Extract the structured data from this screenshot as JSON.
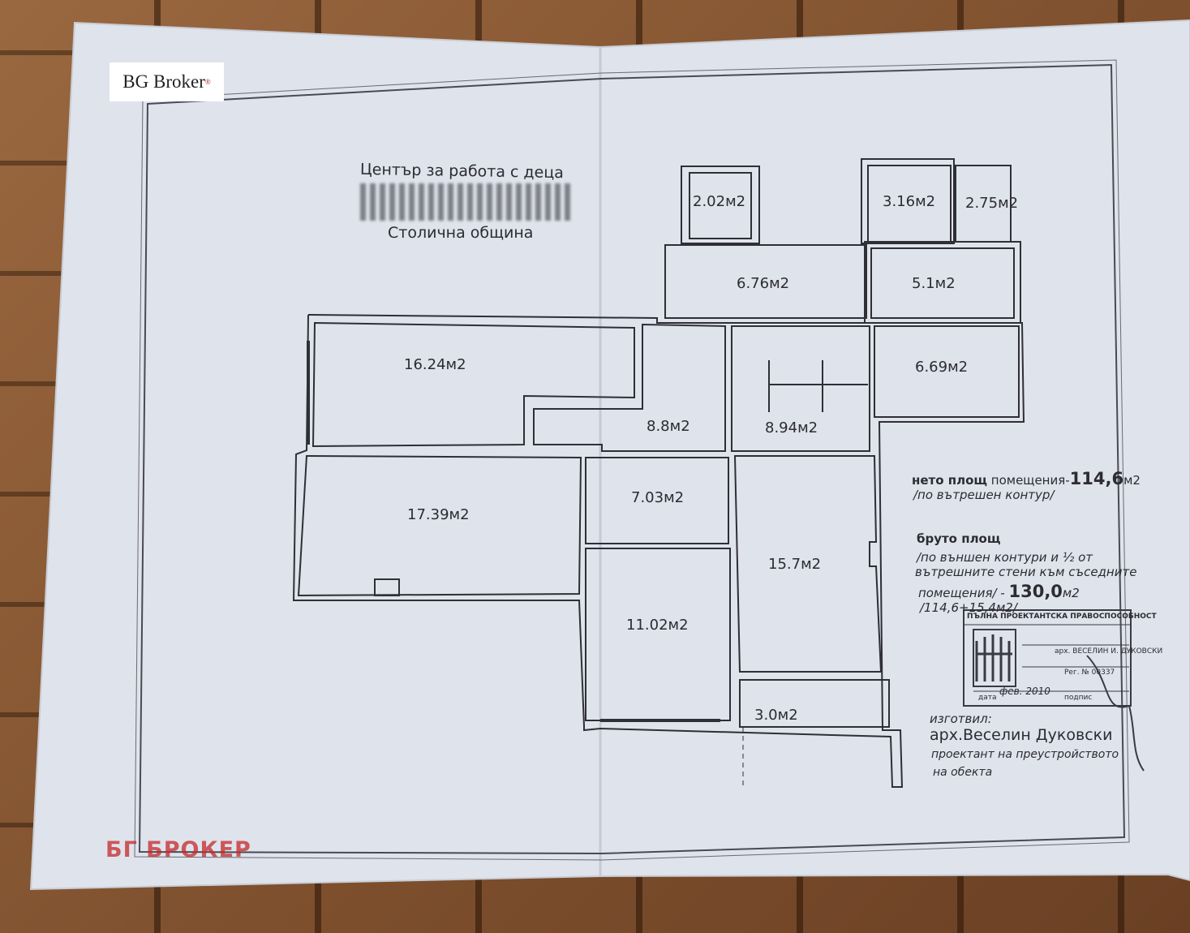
{
  "logo": {
    "text": "BG Broker",
    "mark": "®"
  },
  "header": {
    "line1": "Център за работа с деца",
    "line3": "Столична община"
  },
  "rooms": [
    {
      "id": "r1",
      "area": "2.02м2"
    },
    {
      "id": "r2",
      "area": "3.16м2"
    },
    {
      "id": "r3",
      "area": "2.75м2"
    },
    {
      "id": "r4",
      "area": "6.76м2"
    },
    {
      "id": "r5",
      "area": "5.1м2"
    },
    {
      "id": "r6",
      "area": "16.24м2"
    },
    {
      "id": "r7",
      "area": "6.69м2"
    },
    {
      "id": "r8",
      "area": "8.8м2"
    },
    {
      "id": "r9",
      "area": "8.94м2"
    },
    {
      "id": "r10",
      "area": "17.39м2"
    },
    {
      "id": "r11",
      "area": "7.03м2"
    },
    {
      "id": "r12",
      "area": "15.7м2"
    },
    {
      "id": "r13",
      "area": "11.02м2"
    },
    {
      "id": "r14",
      "area": "3.0м2"
    }
  ],
  "area_notes": {
    "net_label_bold": "нето площ",
    "net_label_rest": "помещения-",
    "net_value": "114,6",
    "net_unit": "м2",
    "net_sub": "/по вътрешен контур/",
    "gross_label": "бруто площ",
    "gross_line1": "/по външен контури и ½ от",
    "gross_line2": "вътрешните стени към съседните",
    "gross_line3": "помещения/ -",
    "gross_value": "130,0",
    "gross_unit": "м2",
    "gross_calc": "/114,6+15,4м2/"
  },
  "stamp": {
    "top": "ПЪЛНА ПРОЕКТАНТСКА ПРАВОСПОСОБНОСТ",
    "arch": "арх. ВЕСЕЛИН И. ДУКОВСКИ",
    "reg": "Рег. № 00337",
    "date_label": "дата",
    "date_value": "фев. 2010",
    "sign_label": "подпис"
  },
  "author": {
    "prepared": "изготвил:",
    "name": "арх.Веселин Дуковски",
    "role1": "проектант на преустройството",
    "role2": "на обекта"
  },
  "watermark": "БГ БРОКЕР"
}
